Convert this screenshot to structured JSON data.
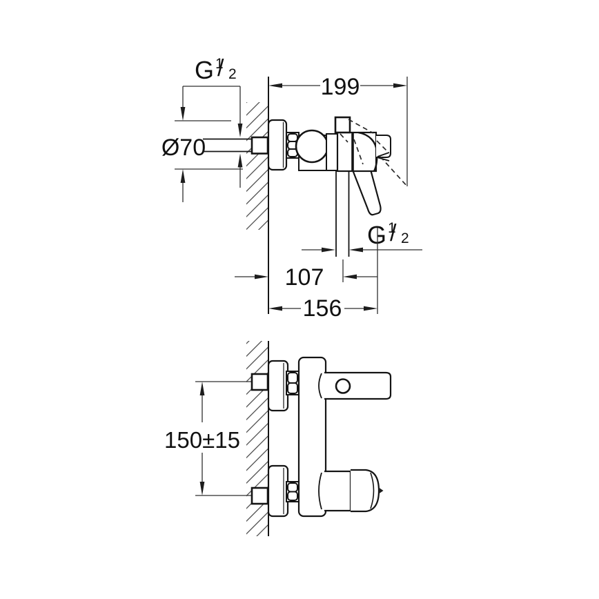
{
  "drawing": {
    "background": "#ffffff",
    "line_color": "#141414",
    "dimension_color": "#2e2e2e",
    "dimensions": {
      "total_depth": "199",
      "escutcheon_diameter": "Ø70",
      "outlet_to_wall": "107",
      "lever_to_wall": "156",
      "inlet_spacing": "150±15"
    },
    "thread": {
      "letter": "G",
      "numerator": "1",
      "slash": "/",
      "denominator": "2"
    }
  }
}
